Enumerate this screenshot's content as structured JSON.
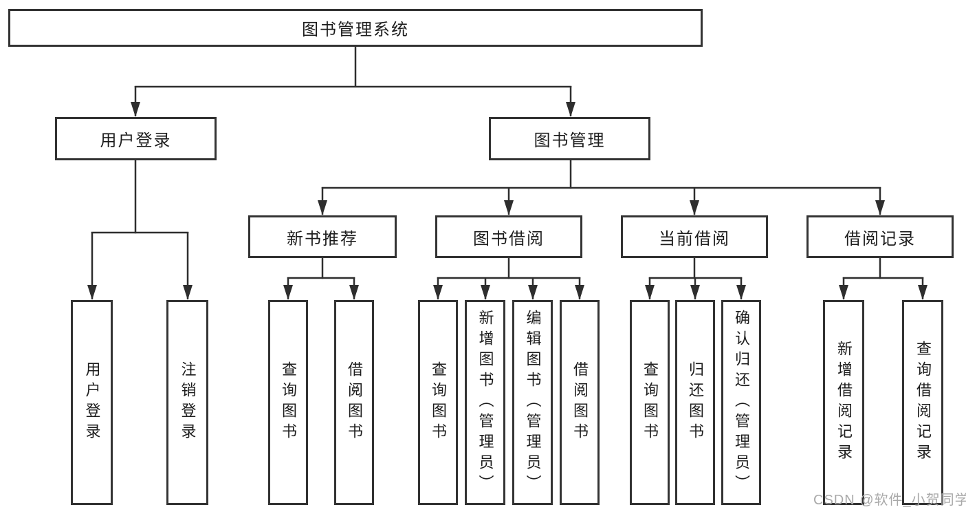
{
  "tree": {
    "root": {
      "label": "图书管理系统",
      "children": [
        {
          "label": "用户登录",
          "children": [
            {
              "label": "用户登录"
            },
            {
              "label": "注销登录"
            }
          ]
        },
        {
          "label": "图书管理",
          "children": [
            {
              "label": "新书推荐",
              "children": [
                {
                  "label": "查询图书"
                },
                {
                  "label": "借阅图书"
                }
              ]
            },
            {
              "label": "图书借阅",
              "children": [
                {
                  "label": "查询图书"
                },
                {
                  "label": "新增图书（管理员）"
                },
                {
                  "label": "编辑图书（管理员）"
                },
                {
                  "label": "借阅图书"
                }
              ]
            },
            {
              "label": "当前借阅",
              "children": [
                {
                  "label": "查询图书"
                },
                {
                  "label": "归还图书"
                },
                {
                  "label": "确认归还（管理员）"
                }
              ]
            },
            {
              "label": "借阅记录",
              "children": [
                {
                  "label": "新增借阅记录"
                },
                {
                  "label": "查询借阅记录"
                }
              ]
            }
          ]
        }
      ]
    }
  },
  "watermark": {
    "text": "CSDN @软件_小贺同学"
  },
  "colors": {
    "line": "#2e2e2e",
    "box_border": "#333333",
    "box_fill": "#ffffff",
    "text": "#1d1d1d",
    "watermark": "#a9a9a9",
    "background": "#ffffff"
  }
}
